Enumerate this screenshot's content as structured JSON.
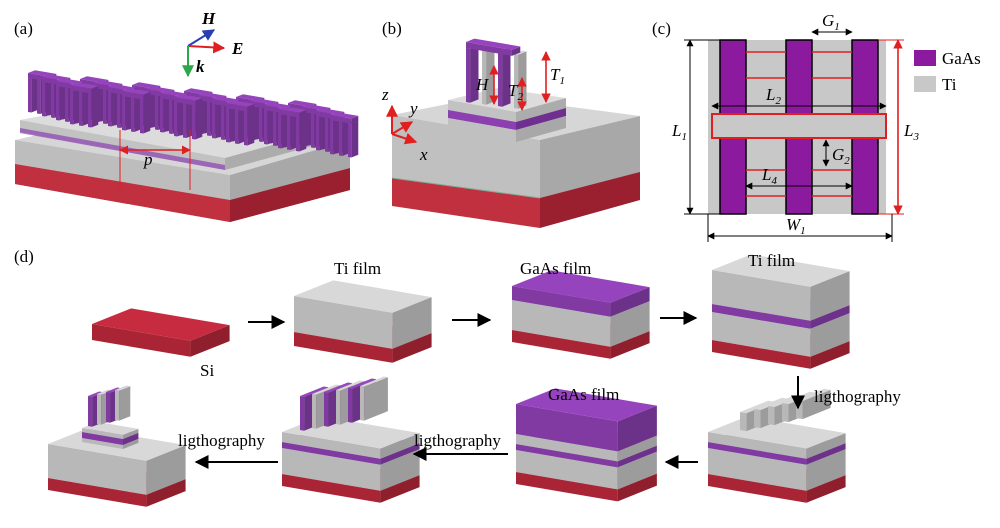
{
  "panels": {
    "a": "(a)",
    "b": "(b)",
    "c": "(c)",
    "d": "(d)"
  },
  "panel_a": {
    "H": "H",
    "E": "E",
    "k": "k",
    "p": "p"
  },
  "panel_b": {
    "H": "H",
    "T1": "T",
    "T1_sub": "1",
    "T2": "T",
    "T2_sub": "2",
    "z": "z",
    "y": "y",
    "x": "x"
  },
  "panel_c": {
    "G1": "G",
    "G1_sub": "1",
    "G2": "G",
    "G2_sub": "2",
    "L1": "L",
    "L1_sub": "1",
    "L2": "L",
    "L2_sub": "2",
    "L3": "L",
    "L3_sub": "3",
    "L4": "L",
    "L4_sub": "4",
    "W1": "W",
    "W1_sub": "1",
    "legend": [
      {
        "name": "GaAs",
        "color": "#8b1a9e"
      },
      {
        "name": "Ti",
        "color": "#c8c8c8"
      }
    ]
  },
  "process": {
    "si": "Si",
    "step_ti_1": "Ti film",
    "step_gaas_1": "GaAs film",
    "step_ti_2": "Ti film",
    "litho_1": "ligthography",
    "step_gaas_2": "GaAs film",
    "litho_2": "ligthography",
    "litho_3": "ligthography"
  },
  "colors": {
    "si": "#b8283a",
    "ti": "#c8c8c8",
    "gaas": "#8b3fb0",
    "arrow_red": "#e02020",
    "arrow_blue": "#2a3fb0",
    "arrow_green": "#2aa84a"
  }
}
